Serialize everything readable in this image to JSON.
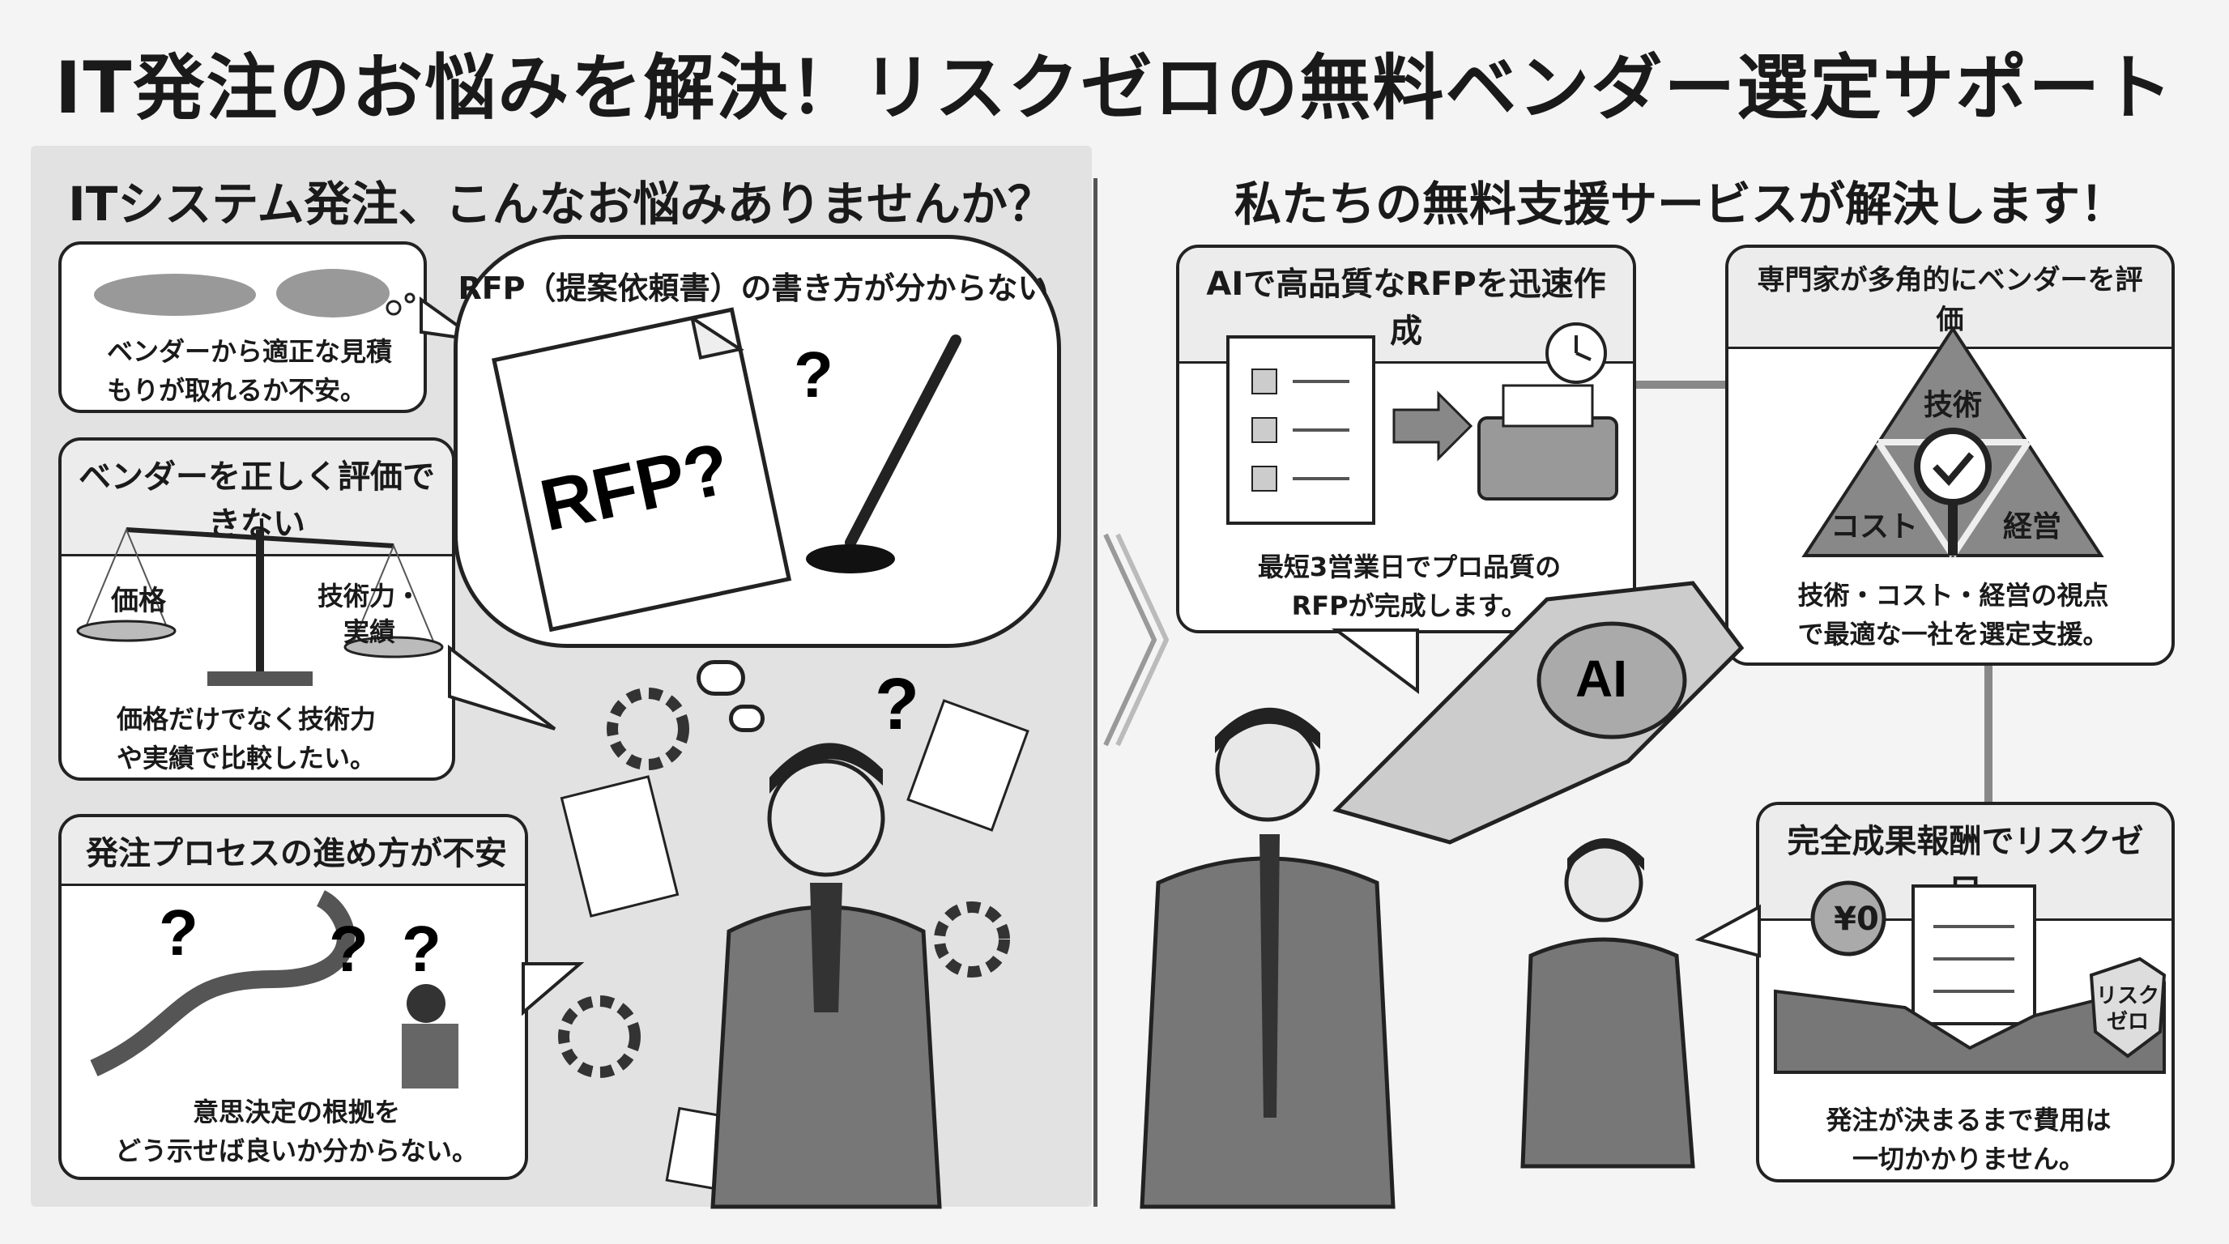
{
  "title": "IT発注のお悩みを解決！リスクゼロの無料ベンダー選定サポート",
  "left": {
    "heading": "ITシステム発注、こんなお悩みありませんか？",
    "estimate_worry": "ベンダーから適正な見積\nもりが取れるか不安。",
    "rfp_cloud_title": "RFP（提案依頼書）の書き方が分からない",
    "rfp_doc_label": "RFP?",
    "evaluate": {
      "title": "ベンダーを正しく評価できない",
      "scale_left": "価格",
      "scale_right": "技術力・\n実績",
      "text": "価格だけでなく技術力\nや実績で比較したい。"
    },
    "process": {
      "title": "発注プロセスの進め方が不安",
      "text": "意思決定の根拠を\nどう示せば良いか分からない。"
    },
    "question_marks": [
      "?",
      "?",
      "?",
      "?"
    ]
  },
  "right": {
    "heading": "私たちの無料支援サービスが解決します！",
    "ai_rfp": {
      "title": "AIで高品質なRFPを迅速作成",
      "text": "最短3営業日でプロ品質の\nRFPが完成します。"
    },
    "ai_label": "AI",
    "expert": {
      "title": "専門家が多角的にベンダーを評価",
      "tri_top": "技術",
      "tri_left": "コスト",
      "tri_right": "経営",
      "text": "技術・コスト・経営の視点\nで最適な一社を選定支援。"
    },
    "success_fee": {
      "title": "完全成果報酬でリスクゼロ",
      "coin": "¥0",
      "shield": "リスク\nゼロ",
      "text": "発注が決まるまで費用は\n一切かかりません。"
    }
  }
}
